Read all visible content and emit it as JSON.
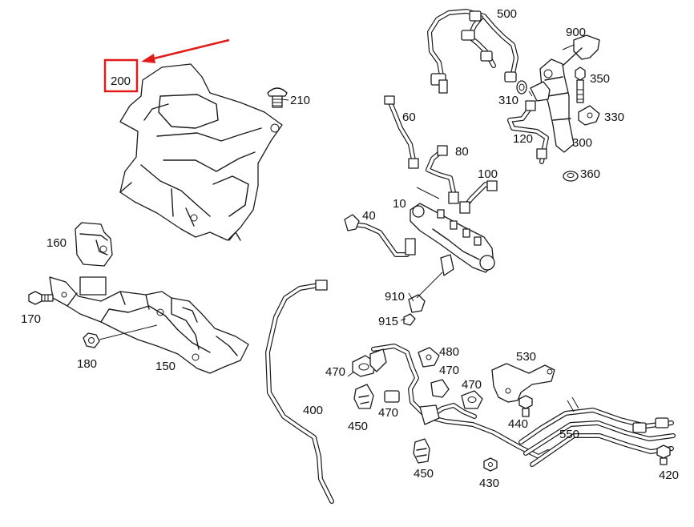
{
  "highlight": {
    "label": "200",
    "box_color": "#e01b1b",
    "arrow_color": "#e01b1b"
  },
  "parts": {
    "p10": "10",
    "p40": "40",
    "p60": "60",
    "p80": "80",
    "p100": "100",
    "p120": "120",
    "p150": "150",
    "p160": "160",
    "p170": "170",
    "p180": "180",
    "p210": "210",
    "p300": "300",
    "p310": "310",
    "p330": "330",
    "p350": "350",
    "p360": "360",
    "p400": "400",
    "p420": "420",
    "p430": "430",
    "p440": "440",
    "p450a": "450",
    "p450b": "450",
    "p470a": "470",
    "p470b": "470",
    "p470c": "470",
    "p470d": "470",
    "p480": "480",
    "p500": "500",
    "p530": "530",
    "p550": "550",
    "p900": "900",
    "p910": "910",
    "p915": "915"
  }
}
